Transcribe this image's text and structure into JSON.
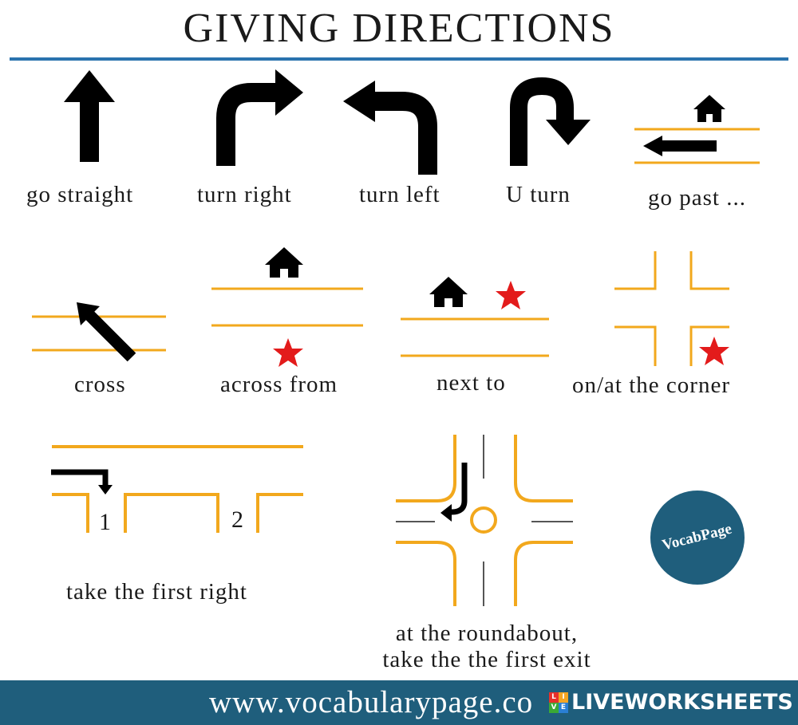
{
  "title": "GIVING DIRECTIONS",
  "items": [
    {
      "caption": "go straight"
    },
    {
      "caption": "turn right"
    },
    {
      "caption": "turn left"
    },
    {
      "caption": "U turn"
    },
    {
      "caption": "go past ..."
    },
    {
      "caption": "cross"
    },
    {
      "caption": "across from"
    },
    {
      "caption": "next to"
    },
    {
      "caption": "on/at the corner"
    },
    {
      "caption": "take the first right",
      "labels": [
        "1",
        "2"
      ]
    },
    {
      "caption_line1": "at the roundabout,",
      "caption_line2": "take the the first exit"
    }
  ],
  "logo": "VocabPage",
  "footer": {
    "url": "www.vocabularypage.co",
    "watermark": "LIVEWORKSHEETS",
    "badge_letters": [
      "L",
      "I",
      "V",
      "E"
    ]
  },
  "colors": {
    "road": "#f2a81d",
    "arrow": "#000000",
    "star": "#e31b1b",
    "rule": "#2a73ae",
    "footer_bg": "#1f5e7c",
    "logo_bg": "#1f5e7c"
  },
  "icons": [
    "up-arrow-icon",
    "turn-right-arrow-icon",
    "turn-left-arrow-icon",
    "u-turn-arrow-icon",
    "house-icon",
    "star-icon",
    "roundabout-icon"
  ]
}
